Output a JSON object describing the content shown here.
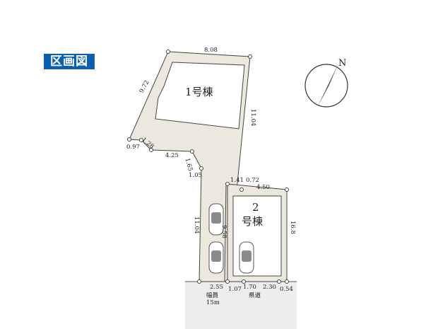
{
  "title": "区画図",
  "compass": {
    "label": "N",
    "icon": "north-arrow-icon"
  },
  "buildings": {
    "b1": "1号棟",
    "b2_num": "2",
    "b2_name": "号棟"
  },
  "dimensions": {
    "top": "8.08",
    "left_upper": "9.72",
    "right_upper": "11.04",
    "step_a": "1.28",
    "step_b": "0.97",
    "step_c": "4.25",
    "step_d": "1.65",
    "step_e": "1.05",
    "lot2_a": "1.41",
    "lot2_b": "0.72",
    "lot2_c": "4.50",
    "lot2_right": "16.8",
    "lot2_left": "9.58",
    "drive_left": "11.04",
    "bottom_a": "2.55",
    "bottom_b": "1.07",
    "bottom_c": "1.70",
    "bottom_d": "2.30",
    "bottom_e": "0.54"
  },
  "road": {
    "width_label": "幅員",
    "width_value": "15m",
    "name": "県道"
  },
  "colors": {
    "lot_fill": "#ede8de",
    "badge": "#0b5fb0",
    "car": "#8a8a8a"
  }
}
